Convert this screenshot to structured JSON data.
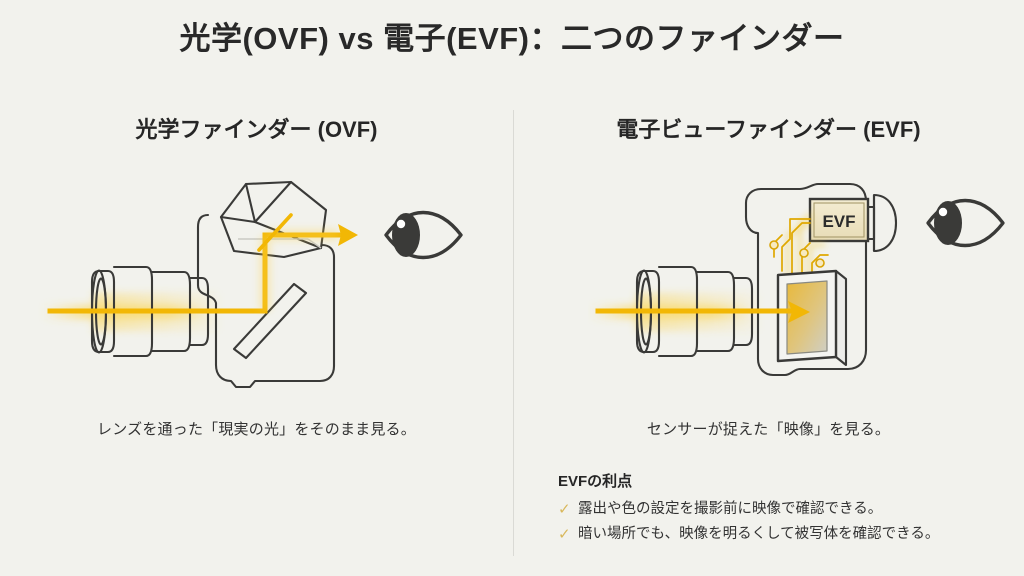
{
  "slide": {
    "title": "光学(OVF) vs 電子(EVF)：二つのファインダー",
    "background_color": "#f2f2ed",
    "accent_color": "#f2b705",
    "ink_color": "#3a3a38"
  },
  "columns": {
    "left": {
      "heading": "光学ファインダー (OVF)",
      "caption": "レンズを通った「現実の光」をそのまま見る。",
      "diagram": {
        "name": "ovf-optical-path-diagram",
        "parts": [
          "lens-barrel",
          "camera-body",
          "pentaprism",
          "reflex-mirror",
          "light-beam",
          "eye"
        ]
      }
    },
    "right": {
      "heading": "電子ビューファインダー (EVF)",
      "caption": "センサーが捉えた「映像」を見る。",
      "evf_label": "EVF",
      "diagram": {
        "name": "evf-electronic-path-diagram",
        "parts": [
          "lens-barrel",
          "camera-body",
          "image-sensor",
          "circuit-traces",
          "evf-panel",
          "eyecup",
          "light-beam",
          "eye"
        ]
      }
    }
  },
  "benefits": {
    "title": "EVFの利点",
    "check_glyph": "✓",
    "items": [
      "露出や色の設定を撮影前に映像で確認できる。",
      "暗い場所でも、映像を明るくして被写体を確認できる。"
    ]
  }
}
